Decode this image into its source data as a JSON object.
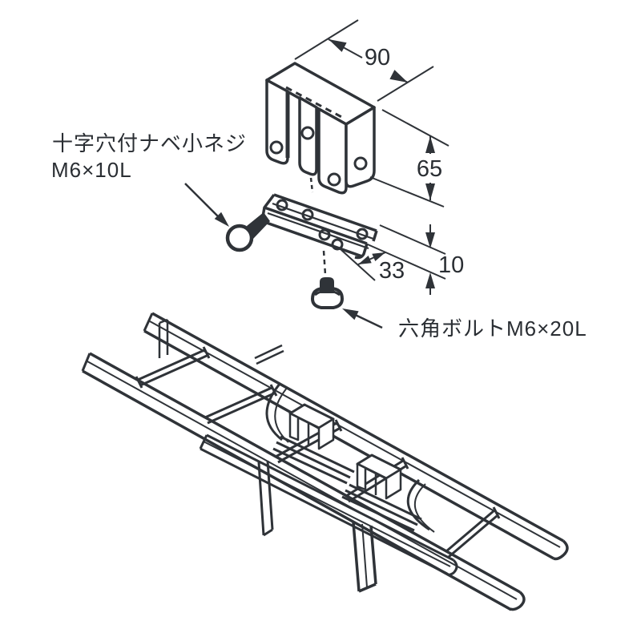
{
  "diagram": {
    "labels": {
      "screw_line1": "十字穴付ナベ小ネジ",
      "screw_line2": "M6×10L",
      "bolt": "六角ボルトM6×20L"
    },
    "dimensions": {
      "top_width": "90",
      "side_height": "65",
      "base_width": "33",
      "base_height": "10"
    },
    "colors": {
      "line": "#2f3338",
      "background": "#ffffff"
    }
  }
}
